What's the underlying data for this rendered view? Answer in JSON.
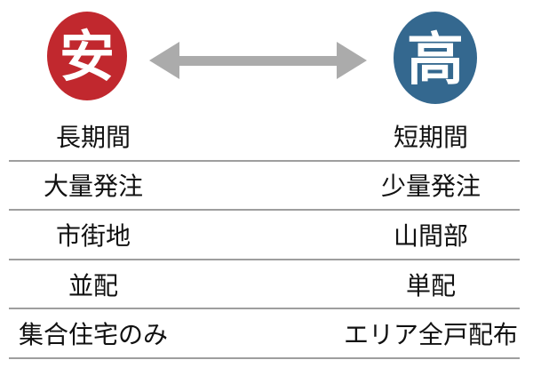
{
  "theme": {
    "cheap-color": "#c1282e",
    "expensive-color": "#34688f",
    "arrow-color": "#ababab",
    "divider-color": "#9e9e9e",
    "text-color": "#111111",
    "background": "#ffffff"
  },
  "scale": {
    "cheap_label": "安",
    "expensive_label": "高"
  },
  "comparison": {
    "rows": [
      {
        "left": "長期間",
        "right": "短期間"
      },
      {
        "left": "大量発注",
        "right": "少量発注"
      },
      {
        "left": "市街地",
        "right": "山間部"
      },
      {
        "left": "並配",
        "right": "単配"
      },
      {
        "left": "集合住宅のみ",
        "right": "エリア全戸配布"
      }
    ]
  }
}
